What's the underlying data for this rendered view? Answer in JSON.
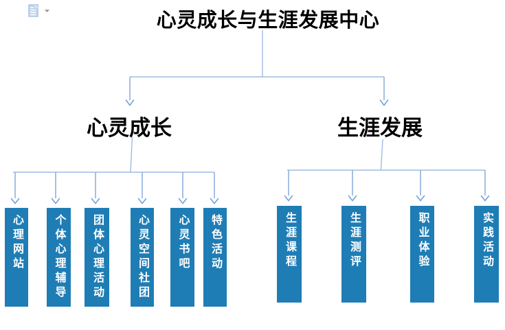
{
  "title": "心灵成长与生涯发展中心",
  "paste_options": {
    "caret": "▾"
  },
  "branches": [
    {
      "label": "心灵成长",
      "children": [
        "心理网站",
        "个体心理辅导",
        "团体心理活动",
        "心灵空间社团",
        "心灵书吧",
        "特色活动"
      ]
    },
    {
      "label": "生涯发展",
      "children": [
        "生涯课程",
        "生涯测评",
        "职业体验",
        "实践活动"
      ]
    }
  ],
  "colors": {
    "node_fill": "#1F7DB5",
    "node_text": "#FFFFFF",
    "connector_line": "#9FBBE2",
    "connector_arrow": "#7AA3DB",
    "heading_text": "#000000",
    "paste_icon_fill": "#BCD0EA"
  }
}
